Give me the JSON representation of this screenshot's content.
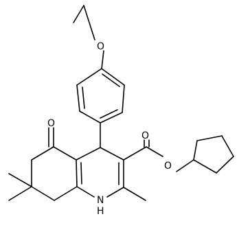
{
  "labels": {
    "oxygen_ether": "O",
    "oxygen_ketone": "O",
    "oxygen_carbonyl": "O",
    "oxygen_ester": "O",
    "amine": "NH",
    "amine_h": "H",
    "amine_n": "N"
  },
  "colors": {
    "bond": "#000000",
    "background": "#ffffff"
  }
}
